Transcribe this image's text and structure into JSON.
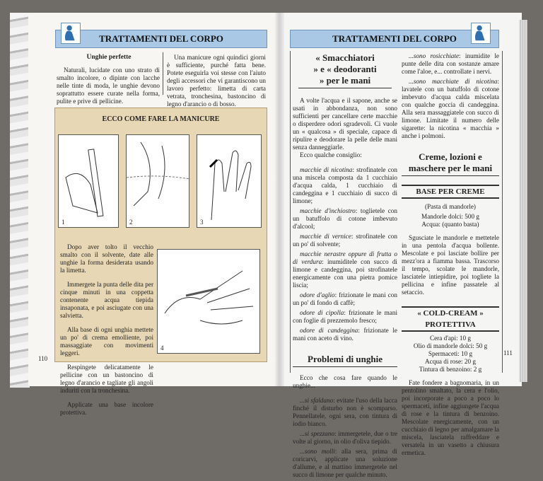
{
  "left_page": {
    "header": "TRATTAMENTI DEL CORPO",
    "section_title": "Unghie perfette",
    "col1": "Naturali, lucidate con uno strato di smalto incolore, o dipinte con lacche nelle tinte di moda, le unghie devono soprattutto essere curate nella forma, pulite e prive di pellicine.",
    "col2": "Una manicure ogni quindici giorni è sufficiente, purché fatta bene. Potete eseguirla voi stesse con l'aiuto degli accessori che vi garantiscono un lavoro perfetto: limetta di carta vetrata, tronchesina, bastoncino di legno d'arancio o di bosso.",
    "panel": {
      "title": "ECCO COME FARE LA MANICURE",
      "figure_numbers": [
        "1",
        "2",
        "3",
        "4"
      ],
      "steps": [
        "Dopo aver tolto il vecchio smalto con il solvente, date alle unghie la forma desiderata usando la limetta.",
        "Immergete la punta delle dita per cinque minuti in una coppetta contenente acqua tiepida insaponata, e poi asciugate con una salvietta.",
        "Alla base di ogni unghia mettete un po' di crema emolliente, poi massaggiate con movimenti leggeri.",
        "Respingete delicatamente le pellicine con un bastoncino di legno d'arancio e tagliate gli angoli induriti con la tronchesina.",
        "Applicate una base incolore protettiva."
      ]
    },
    "page_number": "110"
  },
  "right_page": {
    "header": "TRATTAMENTI DEL CORPO",
    "section1_title": "« Smacchiatori » e « deodoranti » per le mani",
    "section1_intro": [
      "A volte l'acqua e il sapone, anche se usati in abbondanza, non sono sufficienti per cancellare certe macchie o disperdere odori sgradevoli. Ci vuole un « qualcosa » di speciale, capace di ripulire e deodorare la pelle delle mani senza danneggiarle.",
      "Ecco qualche consiglio:"
    ],
    "tips": [
      {
        "term": "macchie di nicotina",
        "text": ": strofinatele con una miscela composta da 1 cucchiaio d'acqua calda, 1 cucchiaio di candeggina e 1 cucchiaio di succo di limone;"
      },
      {
        "term": "macchie d'inchiostro",
        "text": ": toglietele con un batuffolo di cotone imbevuto d'alcool;"
      },
      {
        "term": "macchie di vernice",
        "text": ": strofinatele con un po' di solvente;"
      },
      {
        "term": "macchie nerastre oppure di frutta o di verdura",
        "text": ": inumiditele con succo di limone e candeggina, poi strofinatele energicamente con una pietra pomice liscia;"
      },
      {
        "term": "odore d'aglio",
        "text": ": frizionate le mani con un po' di fondo di caffè;"
      },
      {
        "term": "odore di cipolla",
        "text": ": frizionate le mani con foglie di prezzemolo fresco;"
      },
      {
        "term": "odore di candeggina",
        "text": ": frizionate le mani con aceto di vino."
      }
    ],
    "section2_title": "Problemi di unghie",
    "section2_intro": "Ecco che cosa fare quando le unghie...",
    "problems": [
      {
        "term": "...si sfaldano",
        "text": ": evitate l'uso della lacca finché il disturbo non è scomparso. Pennellatele, ogni sera, con tintura di iodio bianco."
      },
      {
        "term": "...si spezzano",
        "text": ": immergetele, due o tre volte al giorno, in olio d'oliva tiepido."
      },
      {
        "term": "...sono molli",
        "text": ": alla sera, prima di coricarvi, applicate una soluzione d'allume, e al mattino immergetele nel succo di limone per qualche minuto."
      },
      {
        "term": "...sono rosicchiate",
        "text": ": inumidite le punte delle dita con sostanze amare come l'aloe, e... controllate i nervi."
      },
      {
        "term": "...sono macchiate di nicotina",
        "text": ": lavatele con un batuffolo di cotone imbevuto d'acqua calda miscelata con qualche goccia di candeggina. Alla sera massaggiatele con succo di limone. Limitate il numero delle sigarette: la nicotina « macchia » anche i polmoni."
      }
    ],
    "section3_title": "Creme, lozioni e maschere per le mani",
    "recipe1": {
      "title": "BASE PER CREME",
      "subtitle": "(Pasta di mandorle)",
      "ingredients": [
        "Mandorle dolci: 500 g",
        "Acqua: (quanto basta)"
      ],
      "text": "Sgusciate le mandorle e mettetele in una pentola d'acqua bollente. Mescolate e poi lasciate bollire per mezz'ora a fiamma bassa. Trascorso il tempo, scolate le mandorle, lasciatele intiepidire, poi togliete la pellicina e infine passatele al setaccio."
    },
    "recipe2": {
      "title": "« COLD-CREAM » PROTETTIVA",
      "ingredients": [
        "Cera d'api: 10 g",
        "Olio di mandorle dolci: 50 g",
        "Spermaceti: 10 g",
        "Acqua di rose: 20 g",
        "Tintura di benzoino: 2 g"
      ],
      "text": "Fate fondere a bagnomaria, in un pentolino smaltato, la cera e l'olio, poi incorporate a poco a poco lo spermaceti, infine aggiungete l'acqua di rose e la tintura di benzoino. Mescolate energicamente, con un cucchiaio di legno per amalgamare la miscela, lasciatela raffreddare e versatela in un vasetto a chiusura ermetica."
    },
    "page_number": "111"
  },
  "colors": {
    "banner": "#a9c8e6",
    "panel": "#e8d7b4"
  }
}
